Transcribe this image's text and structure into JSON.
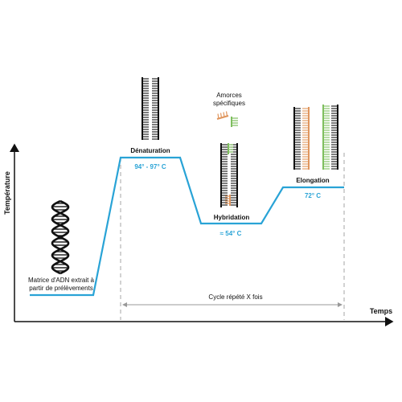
{
  "axes": {
    "y_label": "Température",
    "x_label": "Temps"
  },
  "stages": {
    "denaturation": {
      "name": "Dénaturation",
      "temp": "94° - 97° C"
    },
    "hybridation": {
      "name": "Hybridation",
      "temp": "≈ 54° C"
    },
    "elongation": {
      "name": "Elongation",
      "temp": "72° C"
    }
  },
  "annotations": {
    "template_line1": "Matrice d'ADN extrait à",
    "template_line2": "partir de prélèvements",
    "primers_line1": "Amorces",
    "primers_line2": "spécifiques",
    "cycle": "Cycle répété X fois"
  },
  "colors": {
    "curve": "#29a3d6",
    "strand": "#111111",
    "primer_orange": "#e0965e",
    "primer_green": "#7fbf5f",
    "dashed": "#b5b5b5"
  }
}
